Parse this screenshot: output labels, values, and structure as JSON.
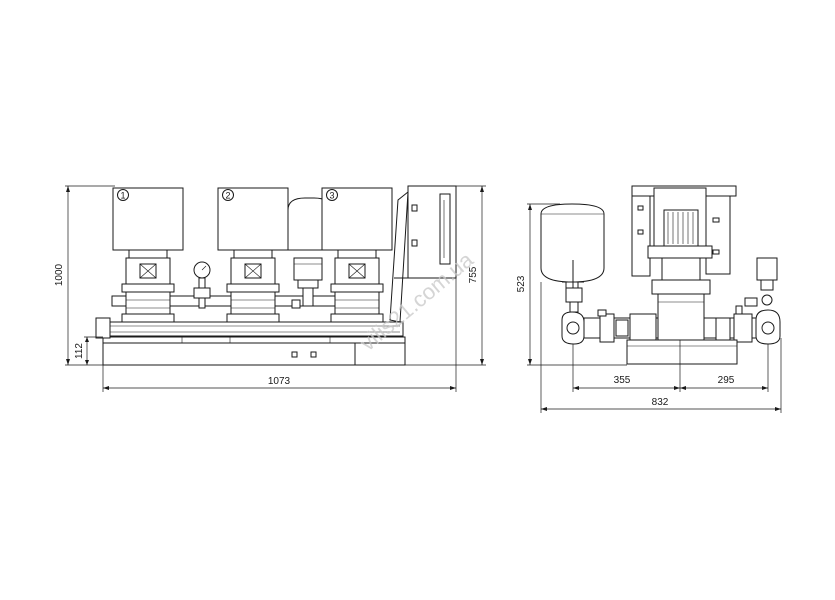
{
  "front_view": {
    "pump_numbers": [
      "1",
      "2",
      "3"
    ],
    "dim_total_height": "1000",
    "dim_cabinet_height": "755",
    "dim_base_height": "112",
    "dim_total_width": "1073"
  },
  "side_view": {
    "dim_tank_height": "523",
    "dim_left_offset": "355",
    "dim_right_offset": "295",
    "dim_total_width": "832"
  },
  "watermark": "vilis21.com.ua"
}
